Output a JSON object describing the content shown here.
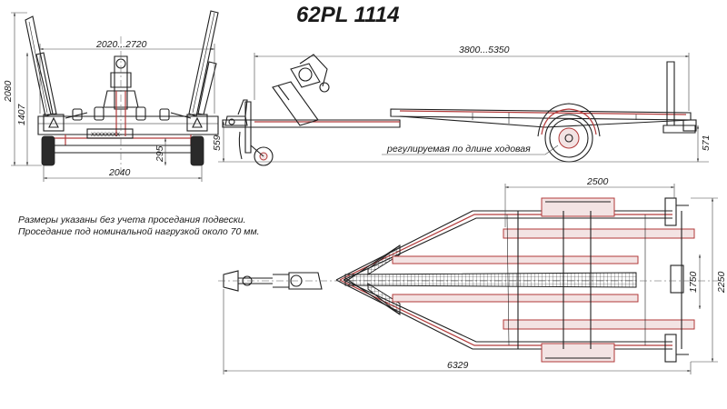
{
  "title": "62PL 1114",
  "front_view": {
    "width_range": "2020...2720",
    "height_total": "2080",
    "height_mid": "1407",
    "clearance": "295",
    "track_width": "2040",
    "plate_text": "XXXXXXXX"
  },
  "side_view": {
    "length_range": "3800...5350",
    "hitch_height": "559",
    "rear_height": "571",
    "axle_note": "регулируемая по длине ходовая"
  },
  "top_view": {
    "frame_length": "2500",
    "inner_width": "1750",
    "outer_width": "2250",
    "total_length": "6329"
  },
  "notes": [
    "Размеры указаны без учета проседания подвески.",
    "Проседание под номинальной нагрузкой около 70 мм."
  ]
}
